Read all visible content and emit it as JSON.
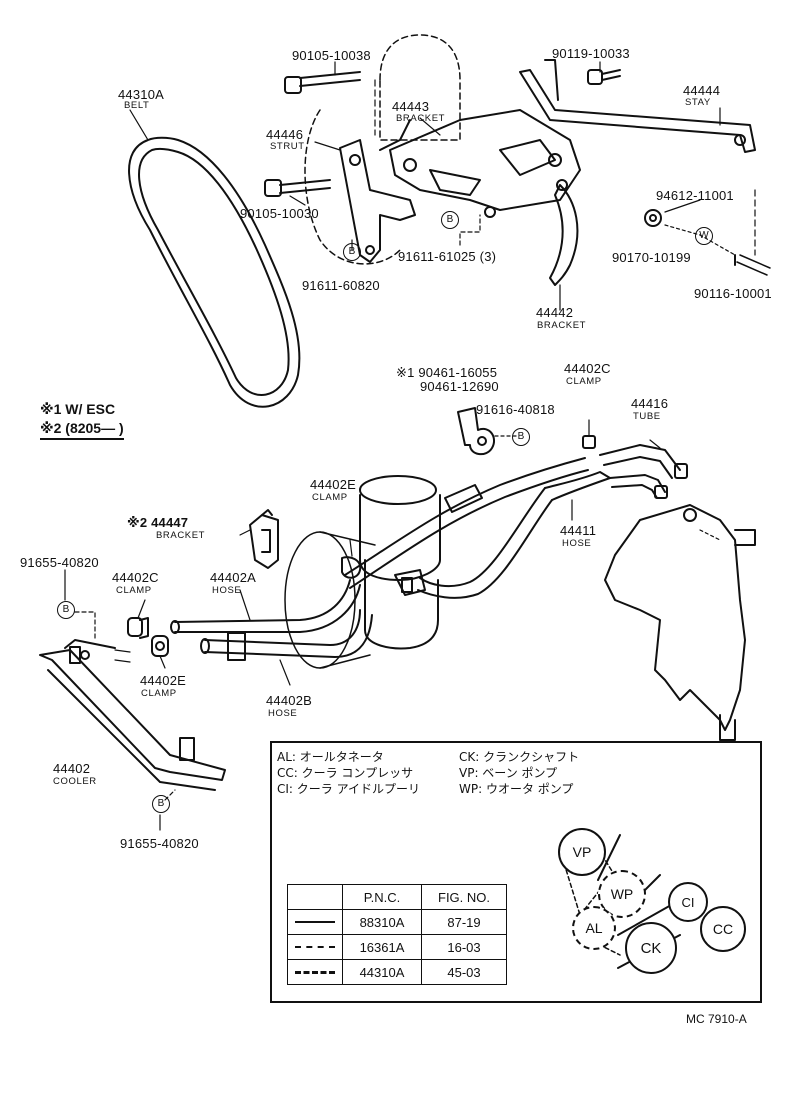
{
  "parts": {
    "p44310A": {
      "number": "44310A",
      "name": "BELT"
    },
    "p90105_10038": {
      "number": "90105-10038"
    },
    "p44443": {
      "number": "44443",
      "name": "BRACKET"
    },
    "p90119": {
      "number": "90119-10033"
    },
    "p44444": {
      "number": "44444",
      "name": "STAY"
    },
    "p44446": {
      "number": "44446",
      "name": "STRUT"
    },
    "p90105_10030": {
      "number": "90105-10030"
    },
    "p91611_61025": {
      "number": "91611-61025 (3)"
    },
    "p91611_60820": {
      "number": "91611-60820"
    },
    "p94612": {
      "number": "94612-11001"
    },
    "p90170": {
      "number": "90170-10199"
    },
    "p90116": {
      "number": "90116-10001"
    },
    "p44442": {
      "number": "44442",
      "name": "BRACKET"
    },
    "p90461_16055": {
      "number": "※1 90461-16055"
    },
    "p90461_12690": {
      "number": "90461-12690"
    },
    "p91616": {
      "number": "91616-40818"
    },
    "p44402C_top": {
      "number": "44402C",
      "name": "CLAMP"
    },
    "p44416": {
      "number": "44416",
      "name": "TUBE"
    },
    "p44402E_top": {
      "number": "44402E",
      "name": "CLAMP"
    },
    "p44411": {
      "number": "44411",
      "name": "HOSE"
    },
    "p44447": {
      "number": "※2 44447",
      "name": "BRACKET"
    },
    "p91655_top": {
      "number": "91655-40820"
    },
    "p44402C_left": {
      "number": "44402C",
      "name": "CLAMP"
    },
    "p44402A": {
      "number": "44402A",
      "name": "HOSE"
    },
    "p44402E_left": {
      "number": "44402E",
      "name": "CLAMP"
    },
    "p44402B": {
      "number": "44402B",
      "name": "HOSE"
    },
    "p44402": {
      "number": "44402",
      "name": "COOLER"
    },
    "p91655_bottom": {
      "number": "91655-40820"
    }
  },
  "notes": {
    "n1": "※1 W/ ESC",
    "n2": "※2 (8205—          )"
  },
  "legend": {
    "AL": "AL: オールタネータ",
    "CC": "CC: クーラ コンプレッサ",
    "CI": "CI: クーラ アイドルプーリ",
    "CK": "CK: クランクシャフト",
    "VP": "VP: ベーン ポンプ",
    "WP": "WP: ウオータ ポンプ"
  },
  "pulleys": {
    "vp": "VP",
    "wp": "WP",
    "al": "AL",
    "ck": "CK",
    "ci": "CI",
    "cc": "CC"
  },
  "table": {
    "headers": {
      "pnc": "P.N.C.",
      "fig": "FIG. NO."
    },
    "rows": [
      {
        "pnc": "88310A",
        "fig": "87-19",
        "line": "solid"
      },
      {
        "pnc": "16361A",
        "fig": "16-03",
        "line": "short-dash"
      },
      {
        "pnc": "44310A",
        "fig": "45-03",
        "line": "long-dash"
      }
    ]
  },
  "bolt_marker": "B",
  "washer_marker": "W",
  "figure_code": "MC 7910-A"
}
